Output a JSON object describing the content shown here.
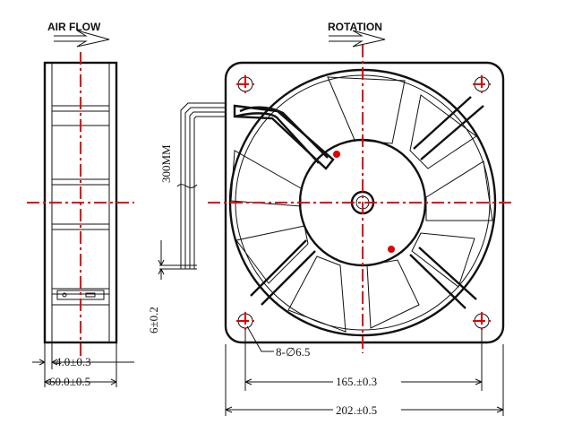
{
  "labels": {
    "air_flow": "AIR FLOW",
    "rotation": "ROTATION",
    "cable_length": "300MM",
    "lead_offset": "6±0.2",
    "hole_spec": "8-∅6.5",
    "depth_inner": "4.0±0.3",
    "depth_total": "60.0±0.5",
    "hole_pitch": "165.±0.3",
    "overall_width": "202.±0.5"
  },
  "colors": {
    "line": "#111111",
    "centerline": "#e00000"
  }
}
